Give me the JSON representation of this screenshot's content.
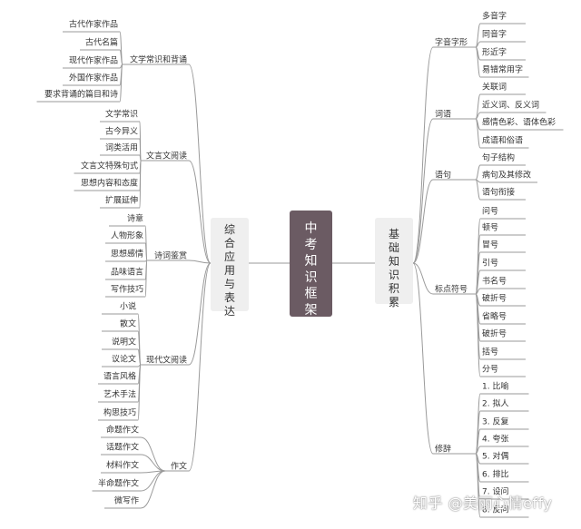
{
  "center": "中考知识框架",
  "right": {
    "title": "基础知识积累",
    "branches": [
      {
        "label": "字音字形",
        "items": [
          "多音字",
          "同音字",
          "形近字",
          "易错常用字"
        ]
      },
      {
        "label": "词语",
        "items": [
          "关联词",
          "近义词、反义词",
          "感情色彩、语体色彩",
          "成语和俗语"
        ]
      },
      {
        "label": "语句",
        "items": [
          "句子结构",
          "病句及其修改",
          "语句衔接"
        ]
      },
      {
        "label": "标点符号",
        "items": [
          "问号",
          "顿号",
          "冒号",
          "引号",
          "书名号",
          "破折号",
          "省略号",
          "破折号",
          "括号",
          "分号"
        ]
      },
      {
        "label": "修辞",
        "items": [
          "1. 比喻",
          "2. 拟人",
          "3. 反复",
          "4. 夸张",
          "5. 对偶",
          "6. 排比",
          "7. 设问",
          "8. 反问"
        ]
      }
    ]
  },
  "left": {
    "title": "综合应用与表达",
    "branches": [
      {
        "label": "文学常识和背诵",
        "items": [
          "古代作家作品",
          "古代名篇",
          "现代作家作品",
          "外国作家作品",
          "要求背诵的篇目和诗"
        ]
      },
      {
        "label": "文言文阅读",
        "items": [
          "文学常识",
          "古今异义",
          "词类活用",
          "文言文特殊句式",
          "思想内容和态度",
          "扩展延伸"
        ]
      },
      {
        "label": "诗词鉴赏",
        "items": [
          "诗意",
          "人物形象",
          "思想感情",
          "品味语言",
          "写作技巧"
        ]
      },
      {
        "label": "现代文阅读",
        "items": [
          "小说",
          "散文",
          "说明文",
          "议论文",
          "语言风格",
          "艺术手法",
          "构思技巧"
        ]
      },
      {
        "label": "作文",
        "items": [
          "命题作文",
          "话题作文",
          "材料作文",
          "半命题作文",
          "微写作"
        ]
      }
    ]
  },
  "watermark": "知乎 @美丽心情effy",
  "colors": {
    "center_bg": "#6b5b63",
    "main_bg": "#efefef",
    "line": "#9a9a9a",
    "text": "#333333"
  }
}
